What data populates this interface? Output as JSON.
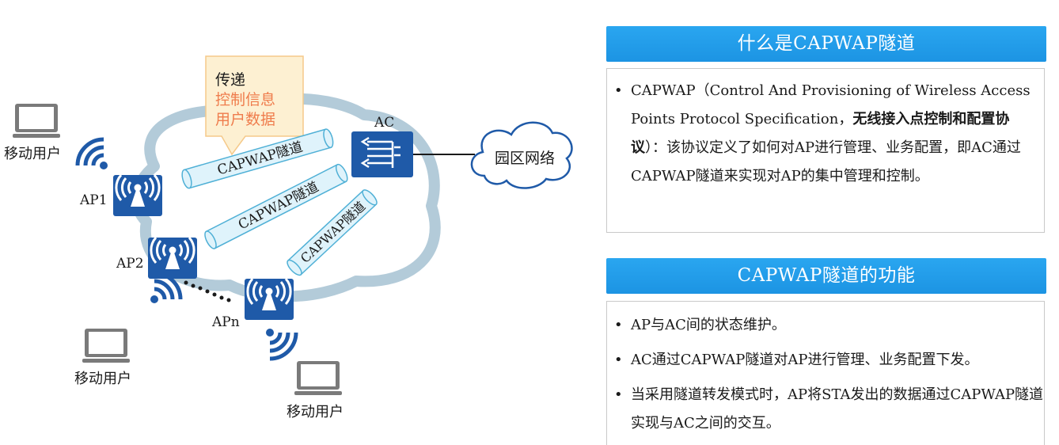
{
  "diagram": {
    "callout": {
      "line1": "传递",
      "line2": "控制信息",
      "line3": "用户数据"
    },
    "tunnels": [
      "CAPWAP隧道",
      "CAPWAP隧道",
      "CAPWAP隧道"
    ],
    "ac_label": "AC",
    "campus_network": "园区网络",
    "ap1_label": "AP1",
    "ap2_label": "AP2",
    "apn_label": "APn",
    "mobile_user_label": "移动用户",
    "colors": {
      "device_blue": "#1f5aa8",
      "tunnel_fill": "#dff3fb",
      "cloud_ring": "#b3cbd9",
      "callout_fill": "#fdf0d2",
      "callout_border": "#f5c98a",
      "callout_highlight": "#ef7c4c"
    }
  },
  "panel1": {
    "header": "什么是CAPWAP隧道",
    "segments": [
      {
        "text": "CAPWAP（Control And Provisioning of Wireless Access Points Protocol Specification，",
        "bold": false
      },
      {
        "text": "无线接入点控制和配置协议",
        "bold": true
      },
      {
        "text": "）：该协议定义了如何对AP进行管理、业务配置，即AC通过CAPWAP隧道来实现对AP的集中管理和控制。",
        "bold": false
      }
    ]
  },
  "panel2": {
    "header": "CAPWAP隧道的功能",
    "items": [
      "AP与AC间的状态维护。",
      "AC通过CAPWAP隧道对AP进行管理、业务配置下发。",
      "当采用隧道转发模式时，AP将STA发出的数据通过CAPWAP隧道实现与AC之间的交互。"
    ]
  }
}
